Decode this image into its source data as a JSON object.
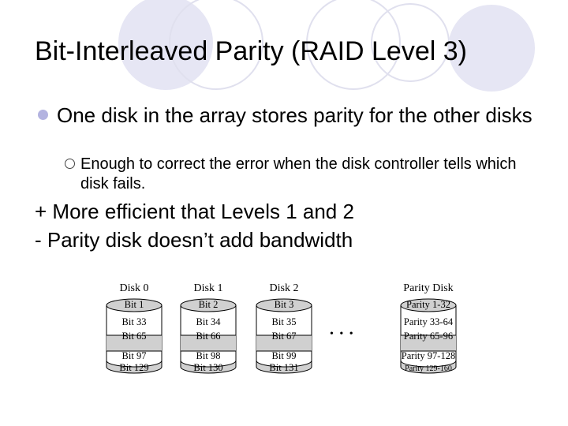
{
  "slide": {
    "title": "Bit-Interleaved Parity (RAID Level 3)",
    "bullet1": "One disk in the array stores parity for the other disks",
    "sub_bullet": "Enough to correct the error when the disk controller tells which disk fails.",
    "plus_line": "+ More efficient that Levels 1 and 2",
    "minus_line": "- Parity disk doesn’t add bandwidth"
  },
  "diagram": {
    "ellipsis": "• • •",
    "disks": [
      {
        "label": "Disk 0",
        "cells": [
          "Bit 1",
          "Bit 33",
          "Bit 65",
          "Bit 97",
          "Bit 129"
        ]
      },
      {
        "label": "Disk 1",
        "cells": [
          "Bit 2",
          "Bit 34",
          "Bit 66",
          "Bit 98",
          "Bit 130"
        ]
      },
      {
        "label": "Disk 2",
        "cells": [
          "Bit 3",
          "Bit 35",
          "Bit 67",
          "Bit 99",
          "Bit 131"
        ]
      },
      {
        "label": "Parity Disk",
        "cells": [
          "Parity 1-32",
          "Parity 33-64",
          "Parity 65-96",
          "Parity 97-128",
          "Parity 129-160"
        ]
      }
    ]
  },
  "colors": {
    "accent": "#b3b3e0",
    "circle_fill": "#e6e6f4",
    "cell_gray": "#d0d0d0"
  }
}
